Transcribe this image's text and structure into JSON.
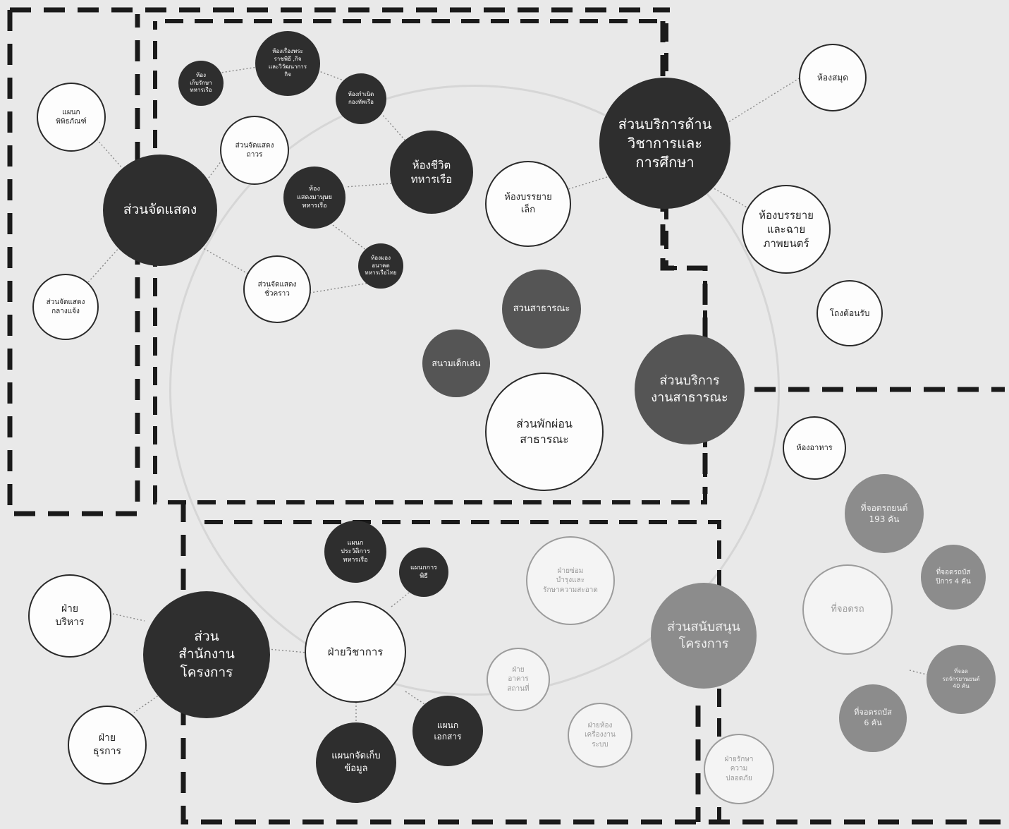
{
  "nodes": {
    "exhibition": "ส่วนจัดแสดง",
    "museum_dept": "แผนก\nพิพิธภัณฑ์",
    "outdoor_exhibit": "ส่วนจัดแสดง\nกลางแจ้ง",
    "performance_exhibit": "ส่วนจัดแสดง\nถาวร",
    "temporary_exhibit": "ส่วนจัดแสดง\nชั่วคราว",
    "storage_room": "ห้อง\nเก็บรักษา\nทหารเรือ",
    "history_room": "ห้องเรื่องพระ\nราชพิธี ,กิจ\nและวิวัฒนาการ\nกิจ",
    "origin_room": "ห้องกำเนิด\nกองทัพเรือ",
    "navy_life_room": "ห้องชีวิต\nทหารเรือ",
    "navy_heritage_room": "ห้อง\nแสดงมานุษย\nทหารเรือ",
    "future_room": "ห้องมอง\nอนาคต\nทหารเรือไทย",
    "academic_service": "ส่วนบริการด้าน\nวิชาการและ\nการศึกษา",
    "library": "ห้องสมุด",
    "small_lecture": "ห้องบรรยาย\nเล็ก",
    "lecture_cinema": "ห้องบรรยาย\nและฉาย\nภาพยนตร์",
    "reception": "โถงต้อนรับ",
    "public_garden": "สวนสาธารณะ",
    "playground": "สนามเด็กเล่น",
    "public_service": "ส่วนบริการ\nงานสาธารณะ",
    "public_rest": "ส่วนพักผ่อน\nสาธารณะ",
    "cafeteria": "ห้องอาหาร",
    "parking_193": "ที่จอดรถยนต์\n193 คัน",
    "bus_parking": "ที่จอดรถบัส\nปิการ 4 คัน",
    "parking": "ที่จอดรถ",
    "motorcycle_parking": "ที่จอด\nรถจักรยานยนต์\n40 คัน",
    "parking_6": "ที่จอดรถบัส\n6 คัน",
    "project_support": "ส่วนสนับสนุน\nโครงการ",
    "security": "ฝ่ายรักษา\nความ\nปลอดภัย",
    "systems": "ฝ่ายห้อง\nเครื่องงาน\nระบบ",
    "building_site": "ฝ่าย\nอาคาร\nสถานที่",
    "cleaning": "ฝ่ายซ่อม\nบำรุงและ\nรักษาความสะอาด",
    "project_office": "ส่วน\nสำนักงาน\nโครงการ",
    "admin_dept": "ฝ่าย\nบริหาร",
    "general_affairs": "ฝ่าย\nธุรการ",
    "academic_dept": "ฝ่ายวิชาการ",
    "navy_history_dept": "แผนก\nประวัติการ\nทหารเรือ",
    "ceremony_dept": "แผนกการ\nพิธี",
    "documents_dept": "แผนก\nเอกสาร",
    "data_storage_dept": "แผนกจัดเก็บ\nข้อมูล"
  }
}
